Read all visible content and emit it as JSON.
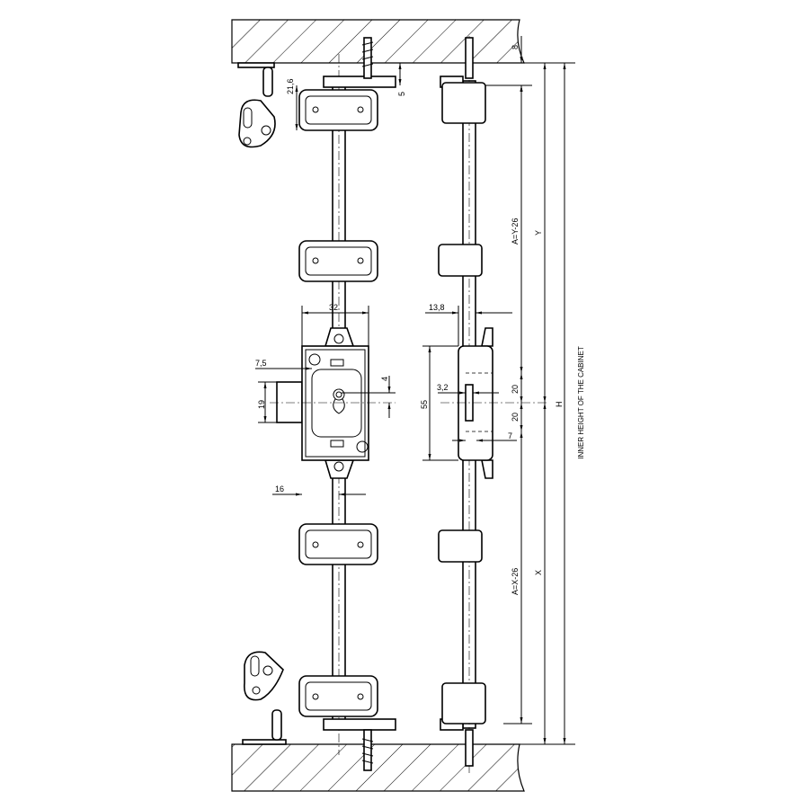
{
  "labels": {
    "d8": "8",
    "d5": "5",
    "d21_6": "21,6",
    "d32": "32",
    "d13_8": "13,8",
    "d7_5": "7,5",
    "d4": "4",
    "d19": "19",
    "d55": "55",
    "d3_2": "3,2",
    "d20a": "20",
    "d20b": "20",
    "d7": "7",
    "d16": "16",
    "y": "Y",
    "a_y": "A=Y-26",
    "x": "X",
    "a_x": "A=X-26",
    "h": "H",
    "inner_height": "INNER HEIGHT OF THE CABINET"
  }
}
